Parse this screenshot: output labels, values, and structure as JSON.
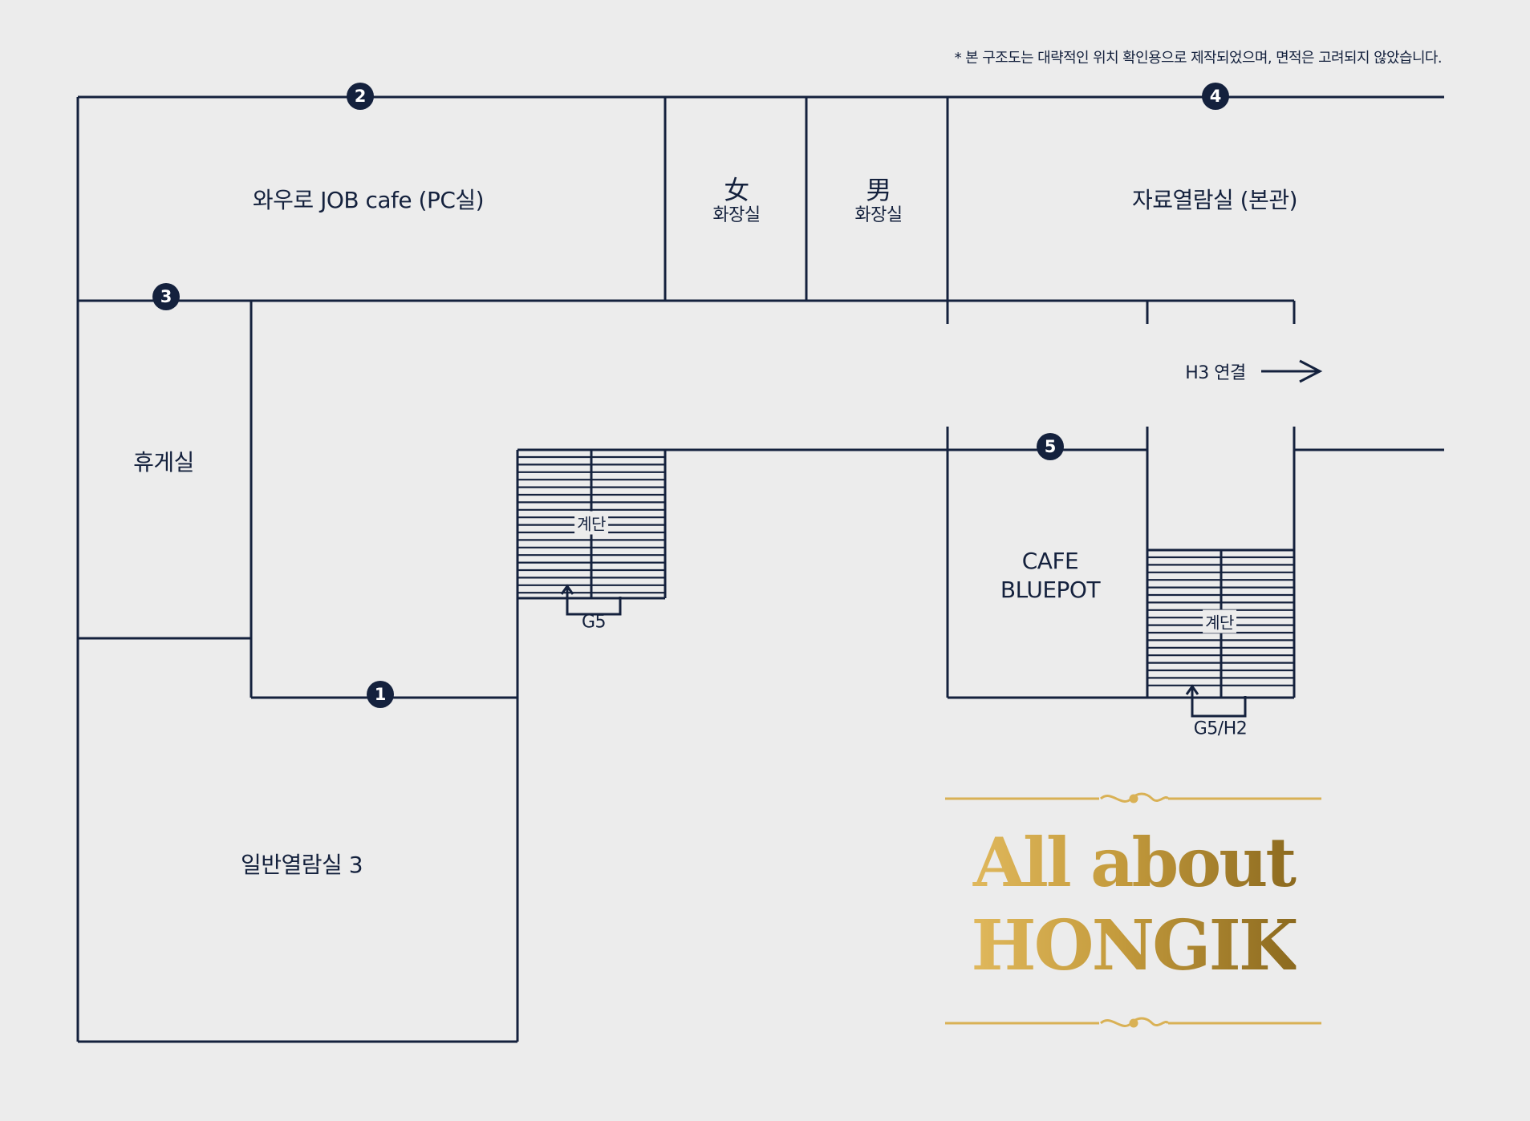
{
  "notice": "* 본 구조도는 대략적인 위치 확인용으로 제작되었으며, 면적은 고려되지 않았습니다.",
  "rooms": {
    "job_cafe": "와우로 JOB cafe (PC실)",
    "womens_symbol": "女",
    "womens_label": "화장실",
    "mens_symbol": "男",
    "mens_label": "화장실",
    "archive": "자료열람실 (본관)",
    "lounge": "휴게실",
    "reading_room": "일반열람실 3",
    "cafe_line1": "CAFE",
    "cafe_line2": "BLUEPOT"
  },
  "connection": {
    "label": "H3 연결"
  },
  "stairs": [
    {
      "label": "계단",
      "destination": "G5"
    },
    {
      "label": "계단",
      "destination": "G5/H2"
    }
  ],
  "markers": [
    "1",
    "2",
    "3",
    "4",
    "5"
  ],
  "logo": {
    "line1": "All about",
    "line2": "HONGIK"
  },
  "colors": {
    "line": "#14213d",
    "background": "#ececec",
    "gold_light": "#e0b85c",
    "gold_dark": "#8c6a1f"
  },
  "icons": {
    "connection_arrow": "arrow-right-icon",
    "stair_arrow": "arrow-up-icon"
  }
}
